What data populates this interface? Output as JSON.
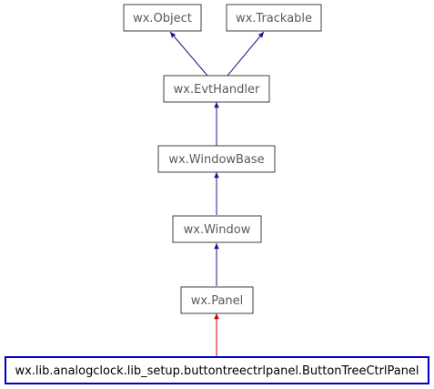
{
  "nodes": {
    "object": "wx.Object",
    "trackable": "wx.Trackable",
    "evthandler": "wx.EvtHandler",
    "windowbase": "wx.WindowBase",
    "window": "wx.Window",
    "panel": "wx.Panel",
    "focus": "wx.lib.analogclock.lib_setup.buttontreectrlpanel.ButtonTreeCtrlPanel"
  },
  "colors": {
    "node_border": "#404040",
    "focus_border": "#0000cc",
    "inherit_edge": "#1a1a8c",
    "focus_edge": "#cc0000",
    "text": "#5a5a5a"
  }
}
